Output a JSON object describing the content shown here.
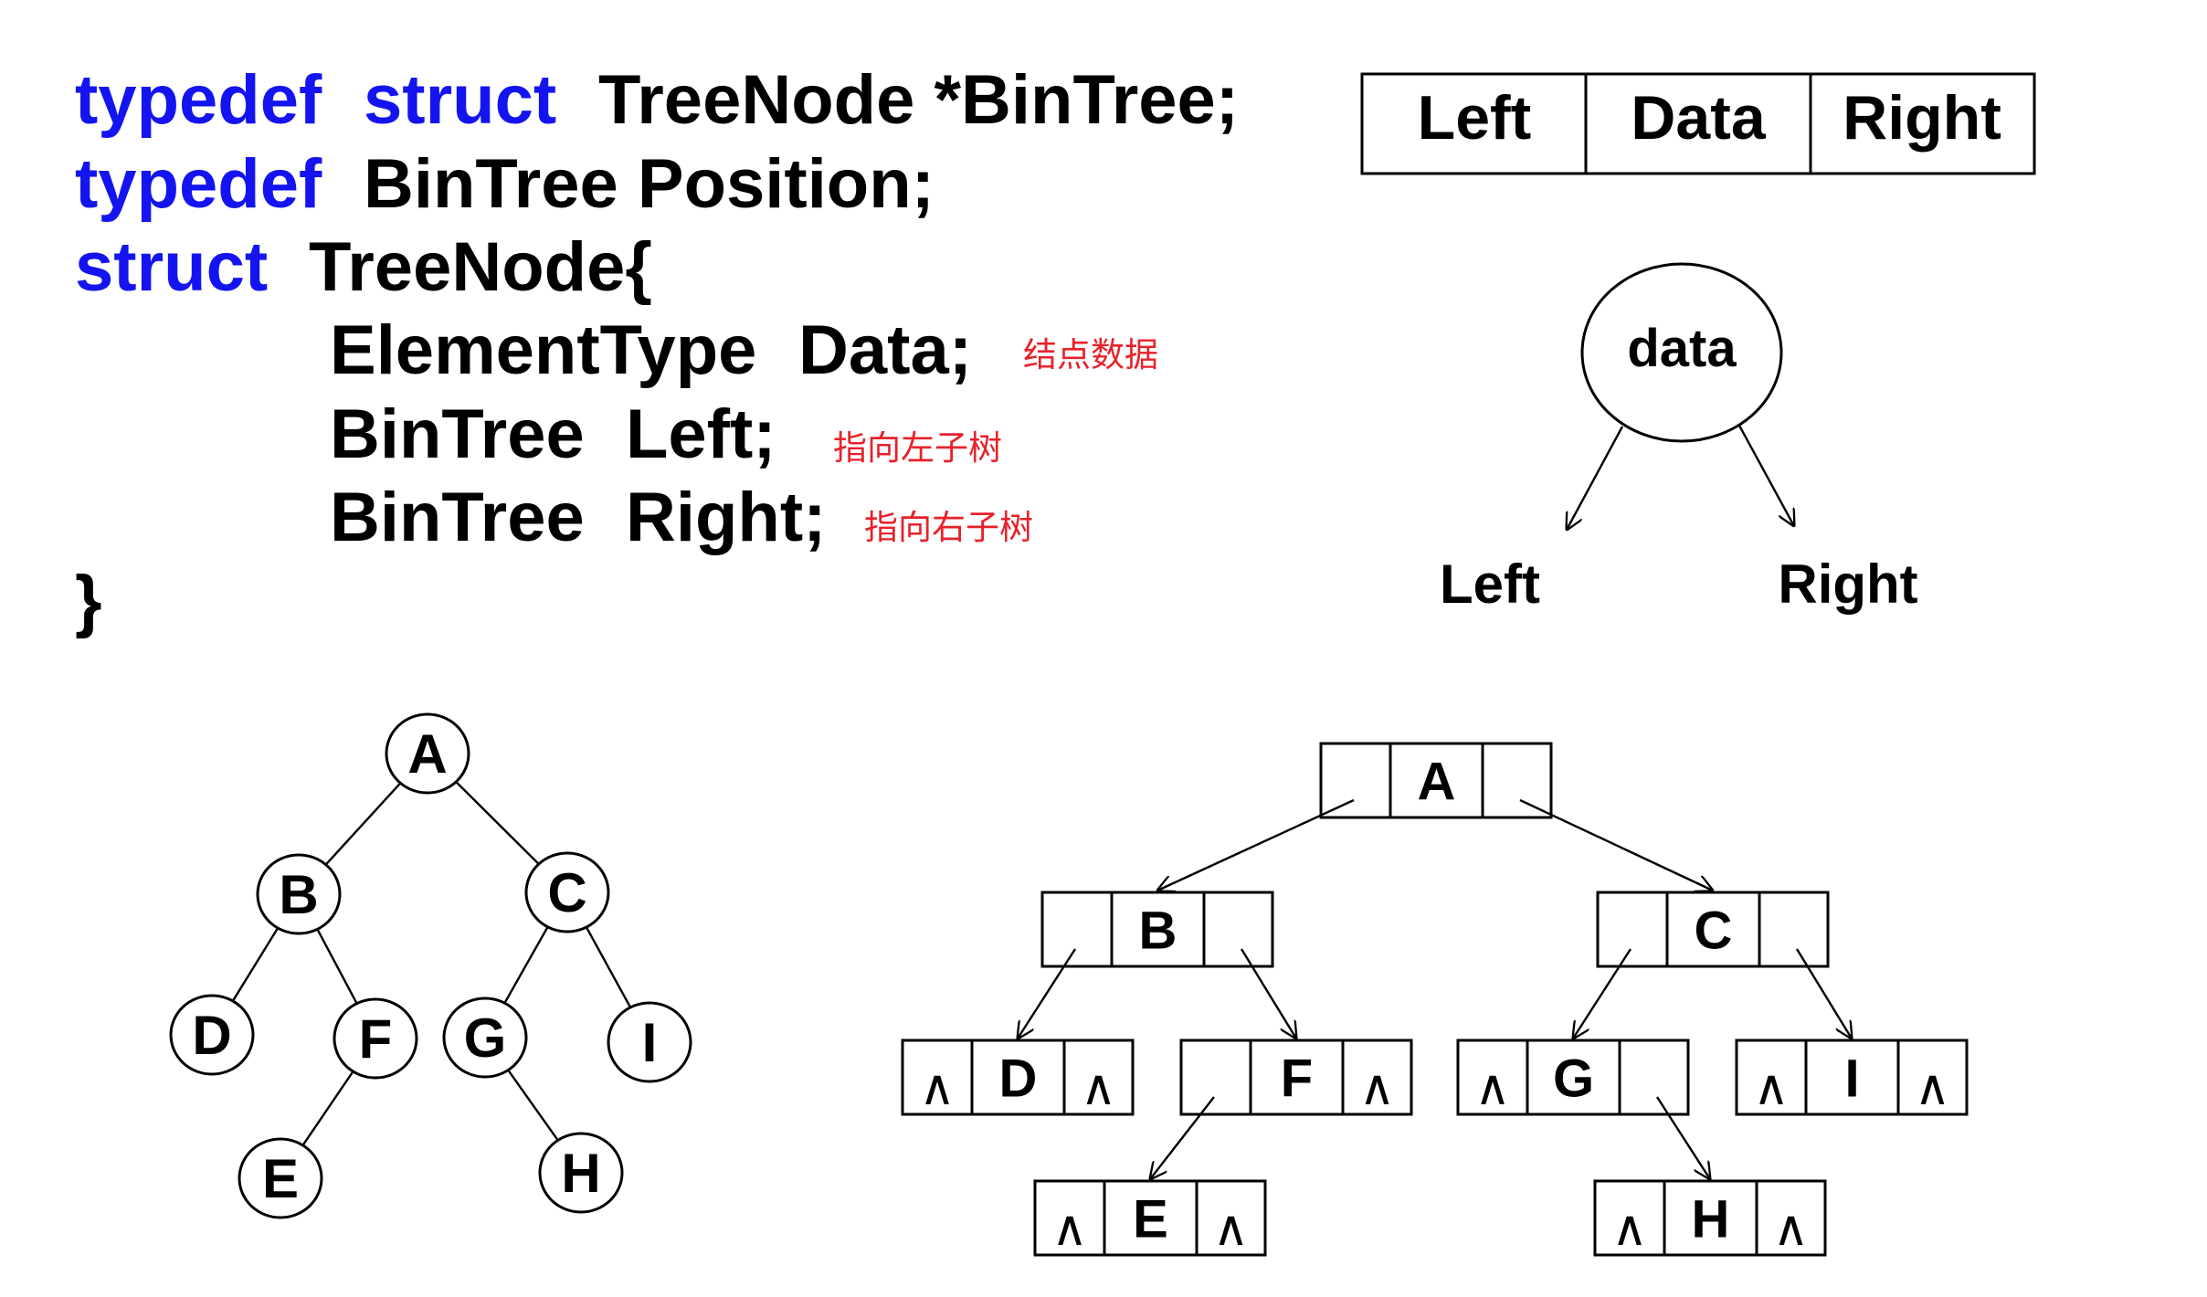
{
  "colors": {
    "keyword": "#1414f0",
    "comment": "#e8212a",
    "text": "#000000"
  },
  "code": {
    "lines": [
      {
        "tokens": [
          {
            "text": "typedef",
            "keyword": true
          },
          {
            "text": "struct",
            "keyword": true
          },
          {
            "text": "TreeNode *BinTree;",
            "keyword": false
          }
        ]
      },
      {
        "tokens": [
          {
            "text": "typedef",
            "keyword": true
          },
          {
            "text": "BinTree Position;",
            "keyword": false
          }
        ]
      },
      {
        "tokens": [
          {
            "text": "struct",
            "keyword": true
          },
          {
            "text": "TreeNode{",
            "keyword": false
          }
        ]
      },
      {
        "tokens": [
          {
            "text": "ElementType",
            "keyword": false
          },
          {
            "text": "Data;",
            "keyword": false
          }
        ],
        "comment": "结点数据"
      },
      {
        "tokens": [
          {
            "text": "BinTree",
            "keyword": false
          },
          {
            "text": "Left;",
            "keyword": false
          }
        ],
        "comment": "指向左子树"
      },
      {
        "tokens": [
          {
            "text": "BinTree",
            "keyword": false
          },
          {
            "text": "Right;",
            "keyword": false
          }
        ],
        "comment": "指向右子树"
      },
      {
        "tokens": [
          {
            "text": "}",
            "keyword": false
          }
        ]
      }
    ]
  },
  "field_layout": {
    "cells": [
      "Left",
      "Data",
      "Right"
    ]
  },
  "node_diagram": {
    "value": "data",
    "left_label": "Left",
    "right_label": "Right"
  },
  "tree": {
    "nodes": [
      {
        "label": "A",
        "left": "B",
        "right": "C"
      },
      {
        "label": "B",
        "left": "D",
        "right": "F"
      },
      {
        "label": "C",
        "left": "G",
        "right": "I"
      },
      {
        "label": "D",
        "left": null,
        "right": null
      },
      {
        "label": "F",
        "left": "E",
        "right": null
      },
      {
        "label": "G",
        "left": null,
        "right": "H"
      },
      {
        "label": "I",
        "left": null,
        "right": null
      },
      {
        "label": "E",
        "left": null,
        "right": null
      },
      {
        "label": "H",
        "left": null,
        "right": null
      }
    ]
  },
  "linked_representation": {
    "null_marker": "∧"
  }
}
